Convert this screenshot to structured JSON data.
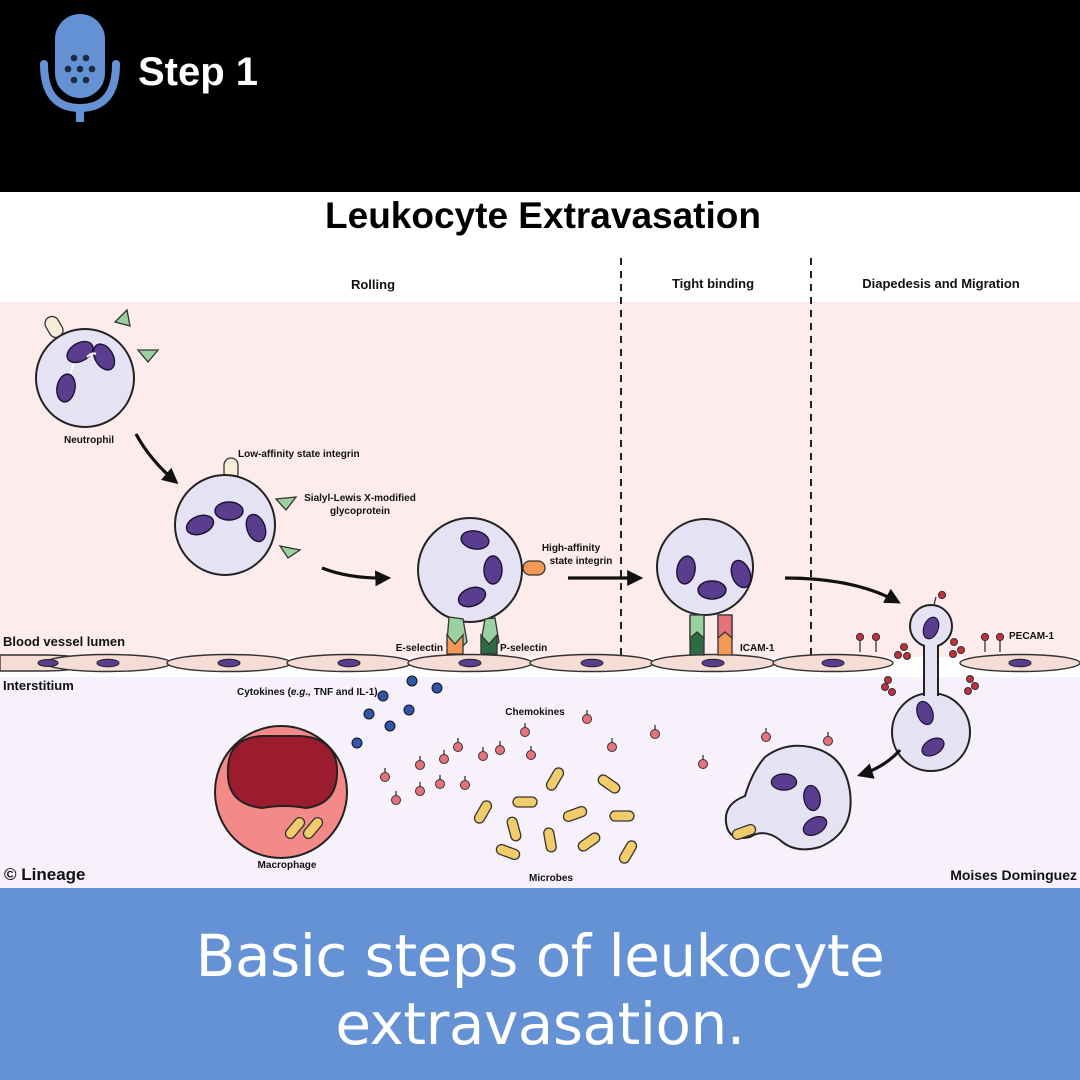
{
  "header": {
    "step": "Step 1",
    "icon": "microphone-icon"
  },
  "diagram": {
    "title": "Leukocyte Extravasation",
    "phases": [
      "Rolling",
      "Tight binding",
      "Diapedesis and Migration"
    ],
    "labels": {
      "neutrophil": "Neutrophil",
      "low_affinity": "Low-affinity state integrin",
      "sialyl_1": "Sialyl-Lewis X-modified",
      "sialyl_2": "glycoprotein",
      "high_affinity_1": "High-affinity",
      "high_affinity_2": "state integrin",
      "e_selectin": "E-selectin",
      "p_selectin": "P-selectin",
      "icam": "ICAM-1",
      "pecam": "PECAM-1",
      "lumen": "Blood vessel lumen",
      "interstitium": "Interstitium",
      "cytokines_pre": "Cytokines (",
      "cytokines_eg": "e.g.,",
      "cytokines_post": " TNF and IL-1)",
      "chemokines": "Chemokines",
      "macrophage": "Macrophage",
      "microbes": "Microbes",
      "copyright": "© Lineage",
      "author": "Moises Dominguez"
    },
    "colors": {
      "cell_fill": "#e4e2f3",
      "nucleus": "#5b3d8f",
      "lumen_bg": "#fdeceb",
      "interstitium_bg": "#f6f1fb",
      "endothelium": "#f5dcd5",
      "chemokine": "#e8727a",
      "cytokine": "#2f56a8",
      "microbe": "#f2cc6a",
      "macrophage_outer": "#f38a87",
      "macrophage_inner": "#9b1c2f"
    }
  },
  "caption": "Basic steps of leukocyte extravasation."
}
